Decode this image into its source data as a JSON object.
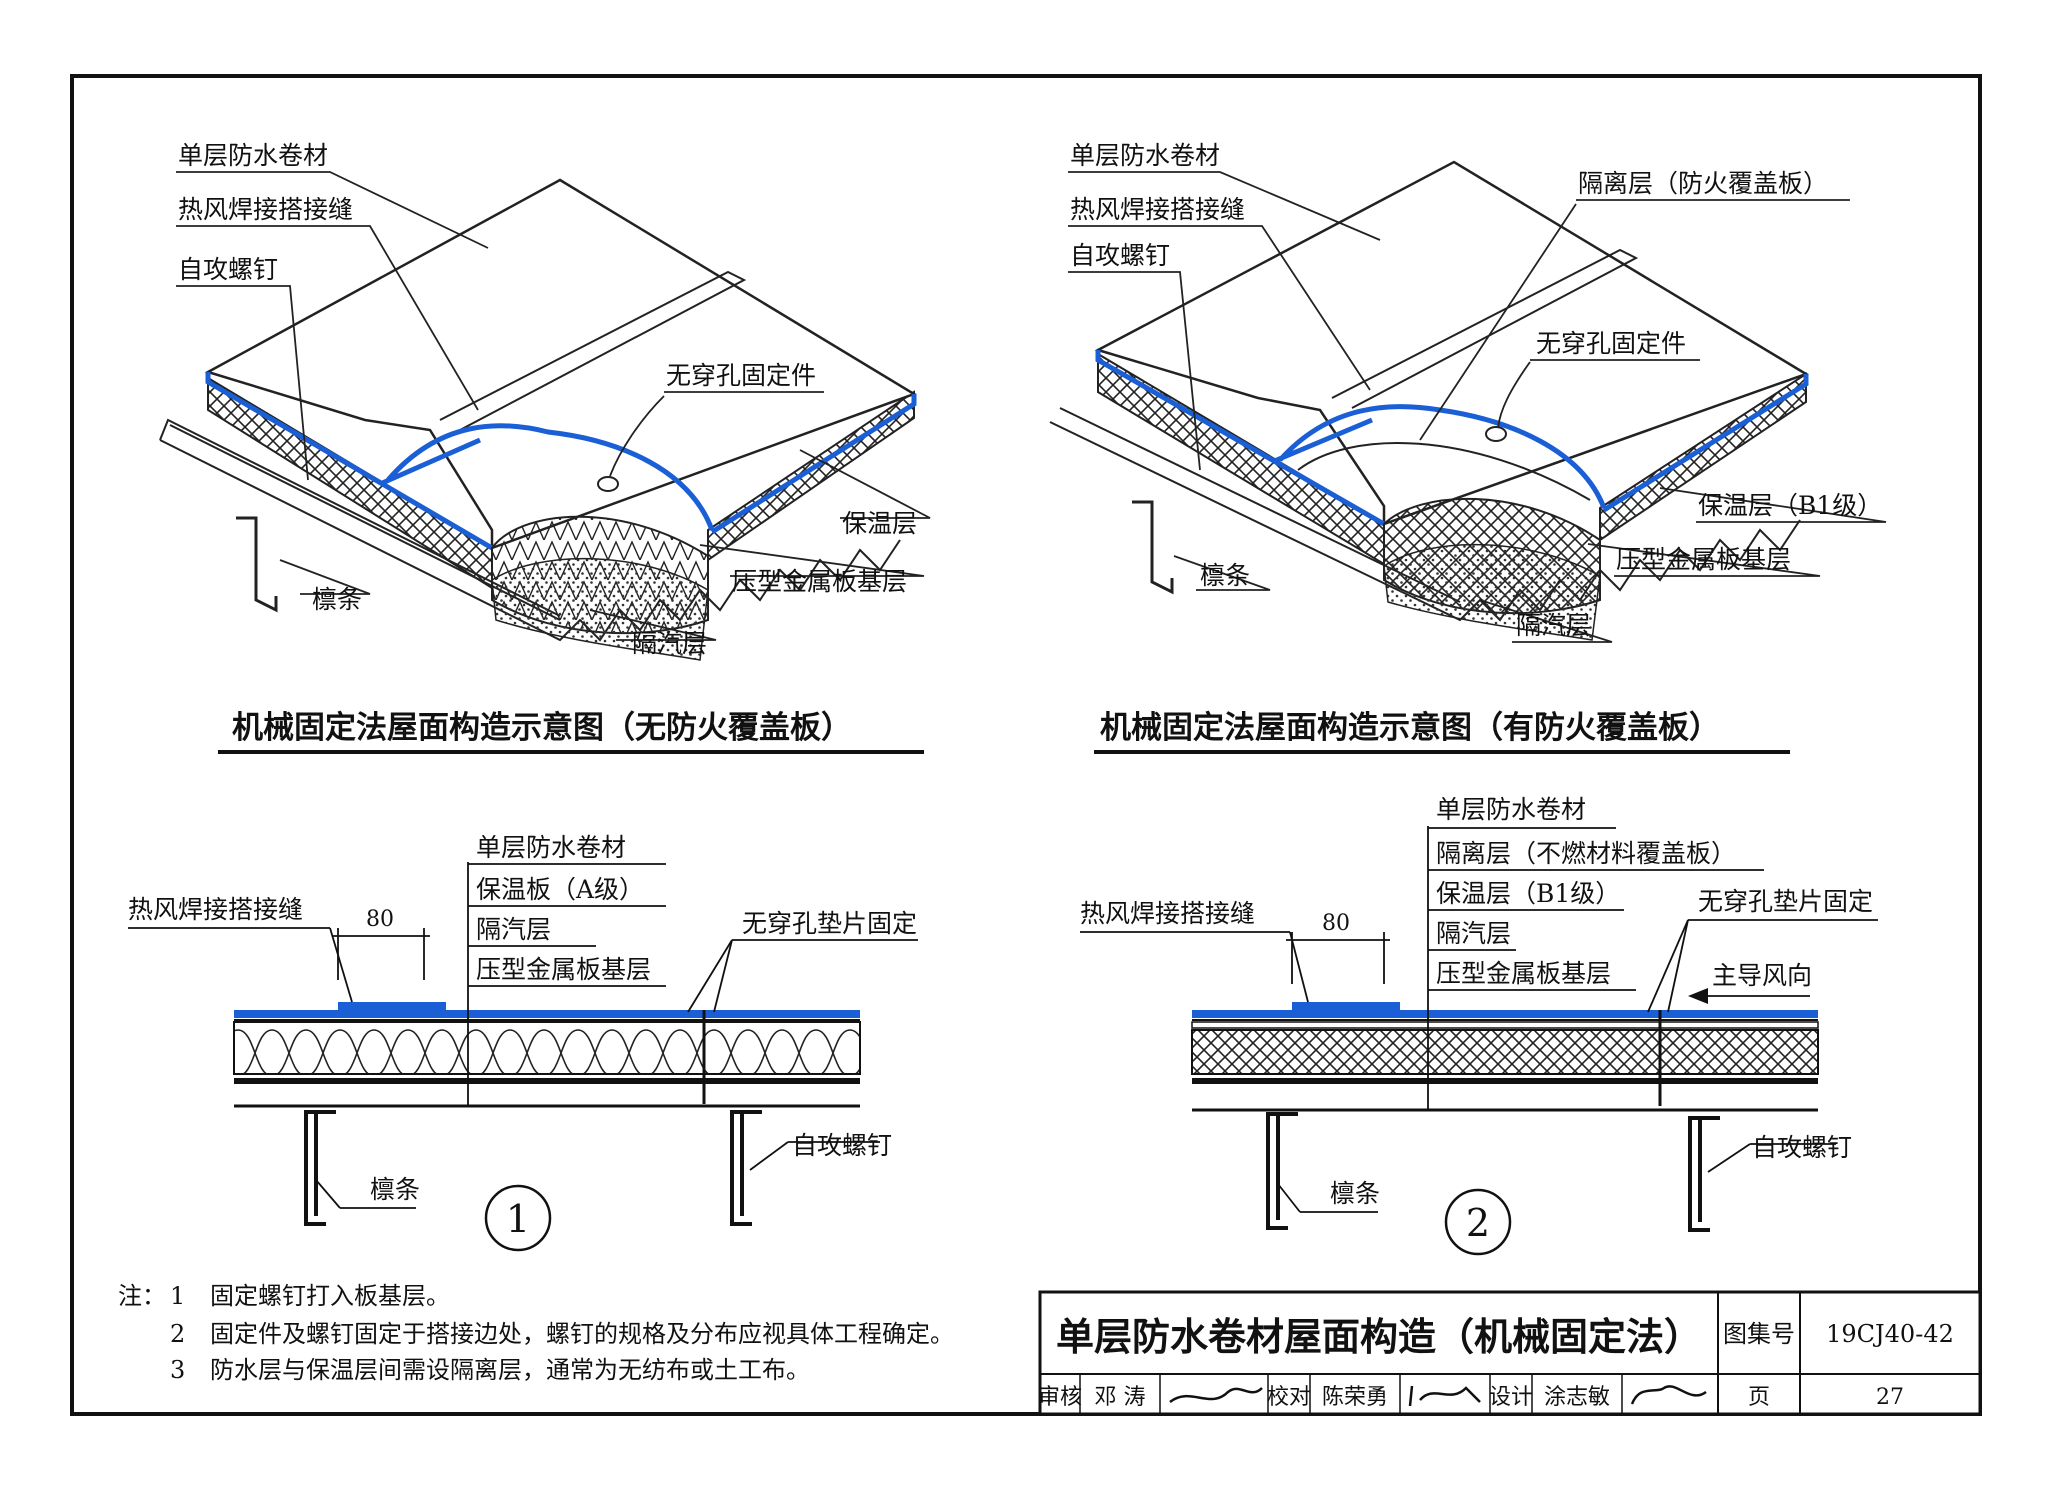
{
  "top_left": {
    "labels": {
      "membrane": "单层防水卷材",
      "seam": "热风焊接搭接缝",
      "screw": "自攻螺钉",
      "fastener": "无穿孔固定件",
      "insulation": "保温层",
      "deck": "压型金属板基层",
      "purlin": "檩条",
      "vapor": "隔汽层"
    },
    "title": "机械固定法屋面构造示意图（无防火覆盖板）"
  },
  "top_right": {
    "labels": {
      "membrane": "单层防水卷材",
      "seam": "热风焊接搭接缝",
      "screw": "自攻螺钉",
      "separation": "隔离层（防火覆盖板）",
      "fastener": "无穿孔固定件",
      "insulation": "保温层（B1级）",
      "deck": "压型金属板基层",
      "purlin": "檩条",
      "vapor": "隔汽层"
    },
    "title": "机械固定法屋面构造示意图（有防火覆盖板）"
  },
  "section1": {
    "layers": [
      "单层防水卷材",
      "保温板（A级）",
      "隔汽层",
      "压型金属板基层"
    ],
    "seam": "热风焊接搭接缝",
    "dim": "80",
    "fastener": "无穿孔垫片固定",
    "purlin": "檩条",
    "screw": "自攻螺钉",
    "number": "1"
  },
  "section2": {
    "layers": [
      "单层防水卷材",
      "隔离层（不燃材料覆盖板）",
      "保温层（B1级）",
      "隔汽层",
      "压型金属板基层"
    ],
    "seam": "热风焊接搭接缝",
    "dim": "80",
    "fastener": "无穿孔垫片固定",
    "wind": "主导风向",
    "purlin": "檩条",
    "screw": "自攻螺钉",
    "number": "2"
  },
  "notes": {
    "prefix": "注：",
    "items": [
      {
        "n": "1",
        "text": "固定螺钉打入板基层。"
      },
      {
        "n": "2",
        "text": "固定件及螺钉固定于搭接边处，螺钉的规格及分布应视具体工程确定。"
      },
      {
        "n": "3",
        "text": "防水层与保温层间需设隔离层，通常为无纺布或土工布。"
      }
    ]
  },
  "title_block": {
    "title": "单层防水卷材屋面构造（机械固定法）",
    "atlas_label": "图集号",
    "atlas_no": "19CJ40-42",
    "review_label": "审核",
    "reviewer": "邓 涛",
    "check_label": "校对",
    "checker": "陈荣勇",
    "design_label": "设计",
    "designer": "涂志敏",
    "page_label": "页",
    "page_no": "27"
  },
  "colors": {
    "membrane": "#1a5fd6",
    "line": "#111111"
  }
}
